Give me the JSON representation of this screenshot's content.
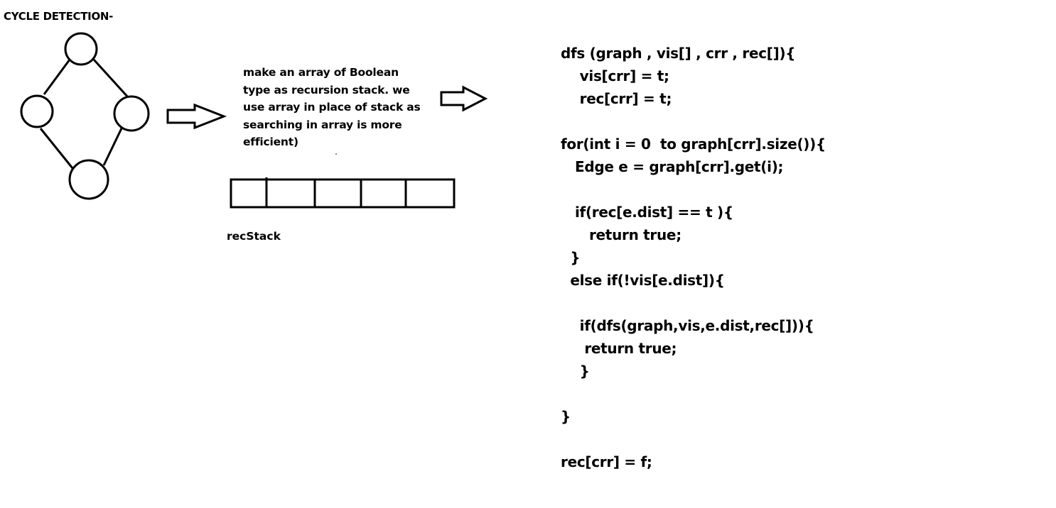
{
  "title": "CYCLE DETECTION-",
  "graph": {
    "nodes": [
      "top",
      "left",
      "right",
      "bottom"
    ],
    "edges": [
      [
        "top",
        "left"
      ],
      [
        "top",
        "right"
      ],
      [
        "left",
        "bottom"
      ],
      [
        "right",
        "bottom"
      ]
    ]
  },
  "note_lines": [
    "make an array of Boolean",
    "type as recursion stack. we",
    "use array in place of stack as",
    "searching in array is more",
    "efficient)"
  ],
  "rec_stack": {
    "label": "recStack",
    "cells": 5
  },
  "code_lines": [
    "dfs (graph , vis[] , crr , rec[]){",
    "    vis[crr] = t;",
    "    rec[crr] = t;",
    "",
    "for(int i = 0  to graph[crr].size()){",
    "   Edge e = graph[crr].get(i);",
    "",
    "   if(rec[e.dist] == t ){",
    "      return true;",
    "  }",
    "  else if(!vis[e.dist]){",
    "",
    "    if(dfs(graph,vis,e.dist,rec[])){",
    "     return true;",
    "    }",
    "",
    "}",
    "",
    "rec[crr] = f;"
  ]
}
